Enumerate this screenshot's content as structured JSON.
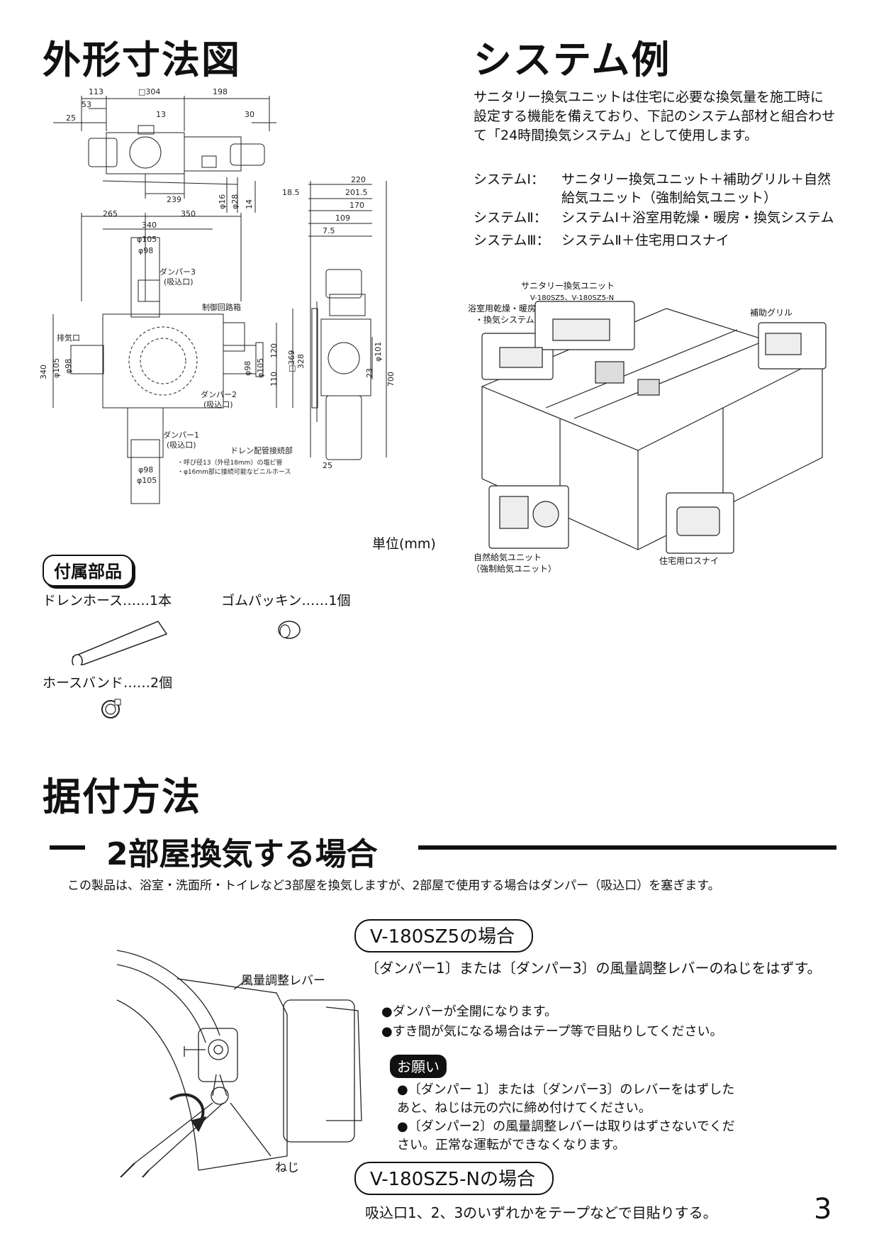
{
  "outline": {
    "title": "外形寸法図",
    "unit": "単位(mm)",
    "top_dims": [
      "113",
      "□304",
      "198",
      "53",
      "25",
      "13",
      "30",
      "239",
      "φ16",
      "φ28",
      "14"
    ],
    "plan_dims": [
      "265",
      "350",
      "340",
      "φ105",
      "φ98",
      "340",
      "φ105",
      "φ98",
      "φ98",
      "φ105",
      "120",
      "110",
      "φ98",
      "φ105"
    ],
    "plan_labels": {
      "damper3": "ダンパー3\n(吸込口)",
      "control": "制御回路箱",
      "exhaust": "排気口",
      "damper2": "ダンパー2\n(吸込口)",
      "damper1": "ダンパー1\n(吸込口)",
      "drain": "ドレン配管接続部",
      "drain_note1": "・呼び径13（外径18mm）の塩ビ管",
      "drain_note2": "・φ16mm部に接続可能なビニルホース"
    },
    "side_dims": [
      "220",
      "201.5",
      "18.5",
      "170",
      "109",
      "7.5",
      "□369",
      "328",
      "φ101",
      "23",
      "700",
      "25"
    ]
  },
  "system": {
    "title": "システム例",
    "intro": "サニタリー換気ユニットは住宅に必要な換気量を施工時に設定する機能を備えており、下記のシステム部材と組合わせて「24時間換気システム」として使用します。",
    "items": [
      {
        "label": "システムⅠ：",
        "text": "サニタリー換気ユニット＋補助グリル＋自然給気ユニット（強制給気ユニット）"
      },
      {
        "label": "システムⅡ：",
        "text": "システムⅠ＋浴室用乾燥・暖房・換気システム"
      },
      {
        "label": "システムⅢ：",
        "text": "システムⅡ＋住宅用ロスナイ"
      }
    ],
    "diagram": {
      "unit_title": "サニタリー換気ユニット",
      "unit_models": "V-180SZ5、V-180SZ5-N",
      "bath": "浴室用乾燥・暖房\n・換気システム",
      "grille": "補助グリル",
      "natural": "自然給気ユニット\n（強制給気ユニット）",
      "lossnay": "住宅用ロスナイ"
    }
  },
  "accessories": {
    "title": "付属部品",
    "items": [
      "ドレンホース……1本",
      "ゴムパッキン……1個",
      "ホースバンド……2個"
    ]
  },
  "install": {
    "title": "据付方法",
    "section": "2部屋換気する場合",
    "intro": "この製品は、浴室・洗面所・トイレなど3部屋を換気しますが、2部屋で使用する場合はダンパー（吸込口）を塞ぎます。",
    "fig_lever": "風量調整レバー",
    "fig_screw": "ねじ",
    "case1": {
      "title": "V-180SZ5の場合",
      "text": "〔ダンパー1〕または〔ダンパー3〕の風量調整レバーのねじをはずす。",
      "bullets": [
        "●ダンパーが全開になります。",
        "●すき間が気になる場合はテープ等で目貼りしてください。"
      ],
      "notice": "お願い",
      "notices": [
        "●〔ダンパー 1〕または〔ダンパー3〕のレバーをはずしたあと、ねじは元の穴に締め付けてください。",
        "●〔ダンパー2〕の風量調整レバーは取りはずさないでください。正常な運転ができなくなります。"
      ]
    },
    "case2": {
      "title": "V-180SZ5-Nの場合",
      "text": "吸込口1、2、3のいずれかをテープなどで目貼りする。"
    }
  },
  "page_number": "3"
}
